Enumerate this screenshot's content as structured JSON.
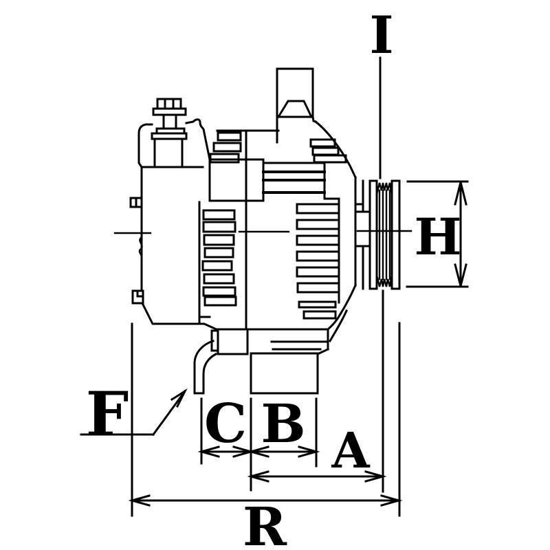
{
  "drawing": {
    "title": "alternator-side-view-dimension-drawing",
    "background_color": "#ffffff",
    "line_color": "#000000",
    "dimension_labels": {
      "I": "I",
      "H": "H",
      "F": "F",
      "C": "C",
      "B": "B",
      "A": "A",
      "R": "R"
    }
  }
}
